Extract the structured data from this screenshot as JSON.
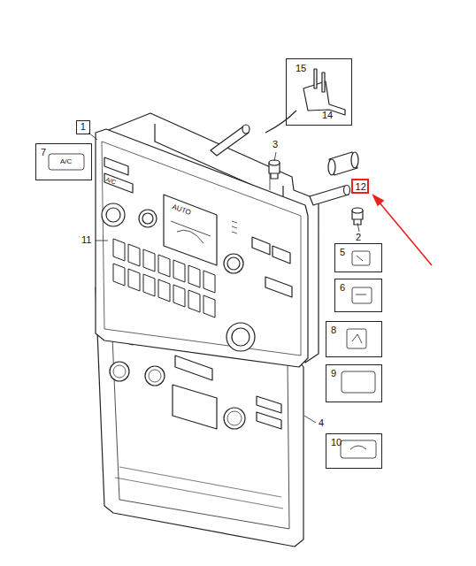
{
  "diagram": {
    "nodes": [
      {
        "text": [
          "15",
          "14"
        ]
      },
      {
        "text": [
          "1"
        ]
      },
      {
        "text": [
          "7"
        ]
      },
      {
        "text": [
          "12"
        ]
      },
      {
        "text": [
          "5"
        ]
      },
      {
        "text": [
          "6"
        ]
      },
      {
        "text": [
          "8"
        ]
      },
      {
        "text": [
          "9"
        ]
      },
      {
        "text": [
          "10"
        ]
      }
    ],
    "labels": [
      "3",
      "2",
      "11",
      "4",
      "AUTO",
      "A/C",
      "A/C"
    ]
  }
}
